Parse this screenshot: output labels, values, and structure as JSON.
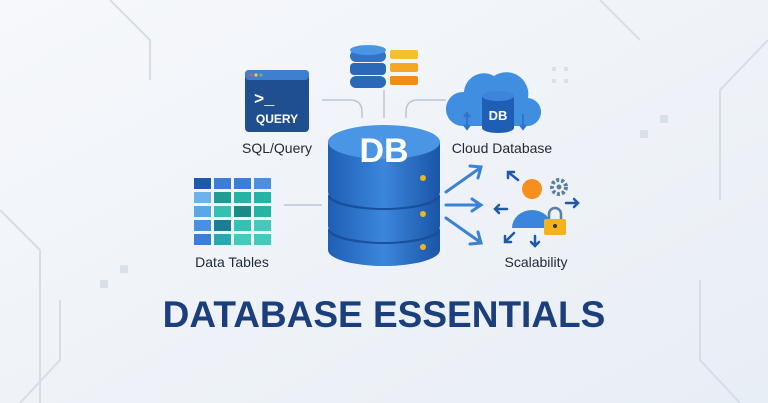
{
  "title": "DATABASE ESSENTIALS",
  "center": {
    "label": "DB"
  },
  "nodes": {
    "sql": {
      "label": "SQL/Query",
      "icon_text": "QUERY",
      "prompt": ">_"
    },
    "cloud": {
      "label": "Cloud Database",
      "icon_text": "DB"
    },
    "tables": {
      "label": "Data Tables"
    },
    "scalability": {
      "label": "Scalability"
    }
  },
  "colors": {
    "primary": "#2f74c9",
    "dark": "#1b3f7c",
    "accent": "#f5a623",
    "teal": "#25b3a6"
  }
}
